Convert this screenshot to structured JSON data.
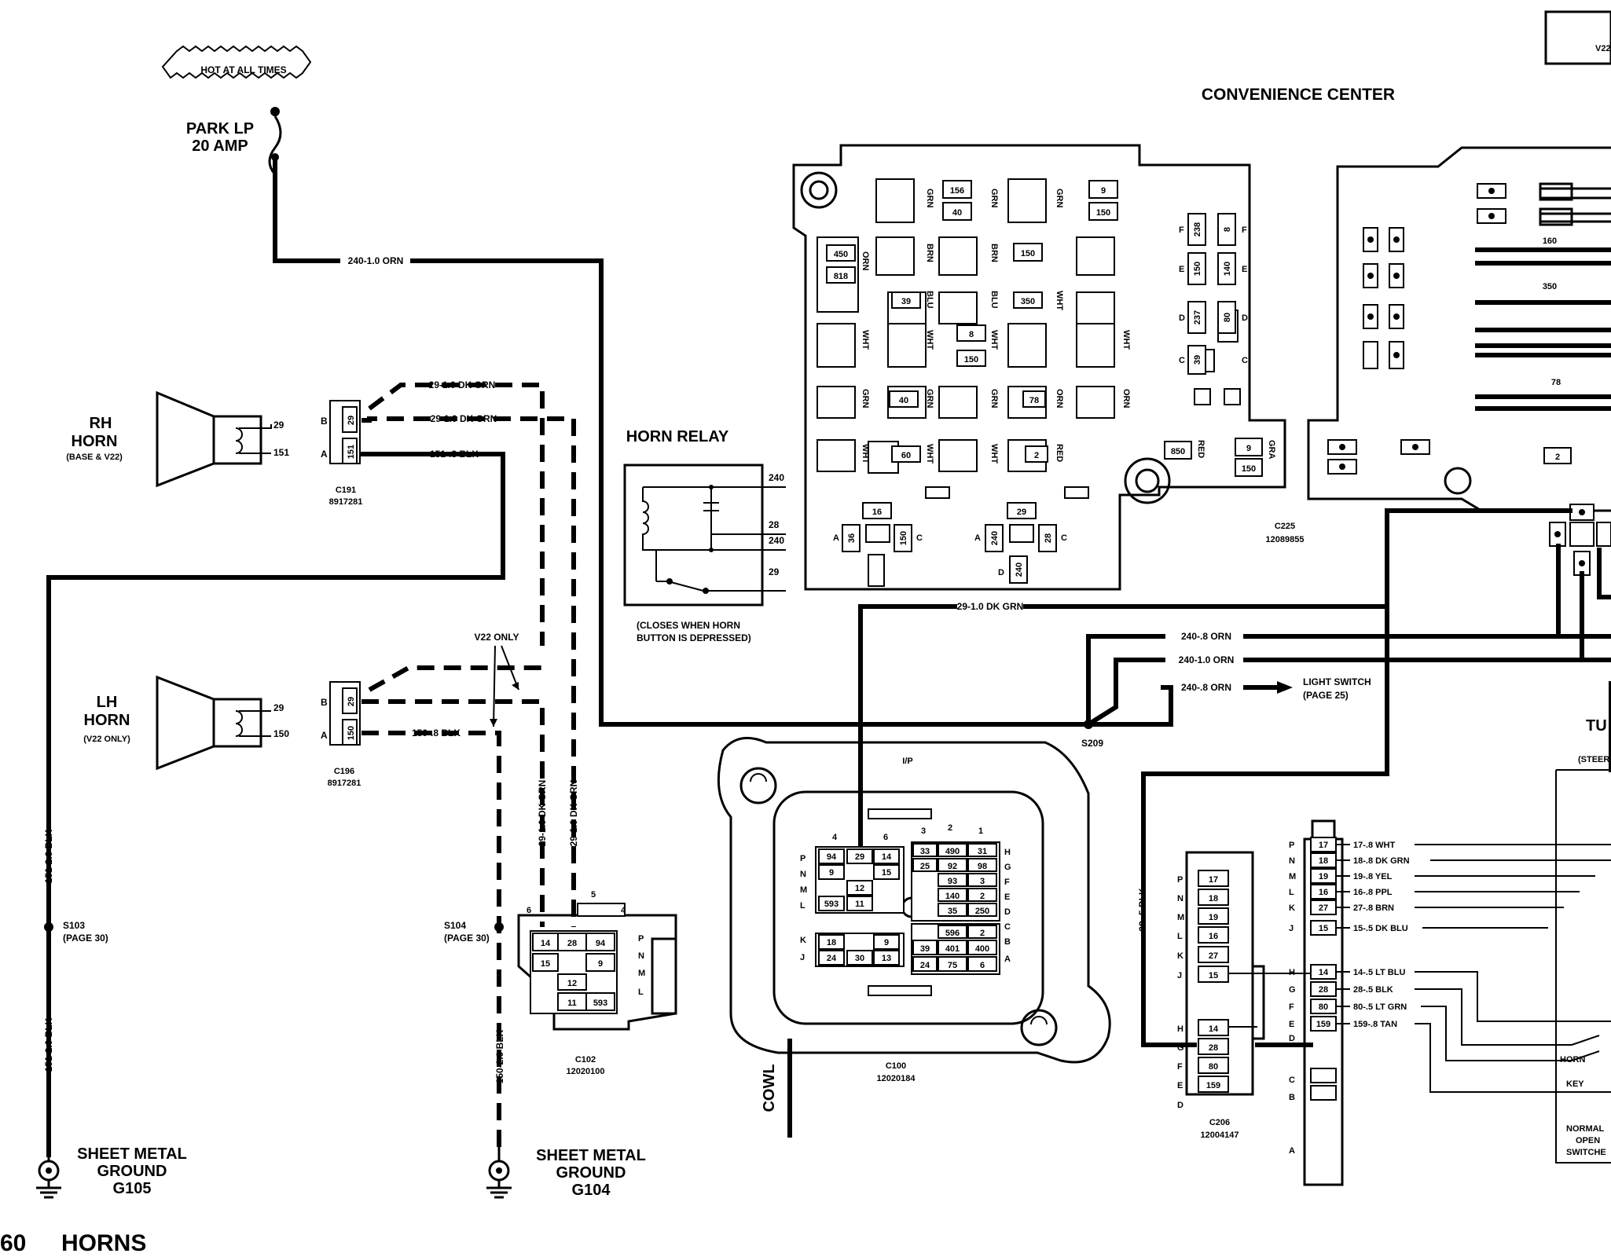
{
  "page": {
    "number": "60",
    "title": "HORNS"
  },
  "power": {
    "hot_label": "HOT AT ALL TIMES",
    "fuse_label": "PARK LP",
    "fuse_rating": "20 AMP"
  },
  "wires": {
    "main_feed": "240-1.0 ORN",
    "rh_dk_grn_1": "29-1.0 DK GRN",
    "rh_dk_grn_2": "29-1.0 DK GRN",
    "rh_blk": "151-.8 BLK",
    "lh_blk": "150-.8 BLK",
    "g105_blk_1": "151-2.0 BLK",
    "g105_blk_2": "151-2.0 BLK",
    "g104_blk": "150-2.0 BLK",
    "c102_dk_grn_1": "29-1.0 DK GRN",
    "c102_dk_grn_2": "29-1.0 DK GRN",
    "relay_out": "29-1.0 DK GRN",
    "orn_1": "240-.8 ORN",
    "orn_2": "240-1.0 ORN",
    "orn_3": "240-.8 ORN",
    "blk_28": "28-.5 BLK"
  },
  "rh_horn": {
    "title_1": "RH",
    "title_2": "HORN",
    "note": "(BASE & V22)",
    "pin_top": "29",
    "pin_bot": "151"
  },
  "lh_horn": {
    "title_1": "LH",
    "title_2": "HORN",
    "note": "(V22 ONLY)",
    "pin_top": "29",
    "pin_bot": "150"
  },
  "c191": {
    "name": "C191",
    "part": "8917281",
    "pin_b": "B",
    "pin_a": "A",
    "cav_b": "29",
    "cav_a": "151"
  },
  "c196": {
    "name": "C196",
    "part": "8917281",
    "pin_b": "B",
    "pin_a": "A",
    "cav_b": "29",
    "cav_a": "150"
  },
  "v22_only": "V22 ONLY",
  "splices": {
    "s103": "S103",
    "s103_page": "(PAGE 30)",
    "s104": "S104",
    "s104_page": "(PAGE 30)",
    "s209": "S209"
  },
  "grounds": {
    "g105": {
      "l1": "SHEET METAL",
      "l2": "GROUND",
      "l3": "G105"
    },
    "g104": {
      "l1": "SHEET METAL",
      "l2": "GROUND",
      "l3": "G104"
    }
  },
  "horn_relay": {
    "title": "HORN RELAY",
    "pins": [
      "240",
      "28",
      "240",
      "29"
    ],
    "note_1": "(CLOSES WHEN HORN",
    "note_2": "BUTTON IS DEPRESSED)"
  },
  "convenience_center": {
    "title": "CONVENIENCE CENTER",
    "connector": "C225",
    "part": "12089855",
    "cavities": [
      "156",
      "40",
      "9",
      "150",
      "450",
      "818",
      "150",
      "39",
      "350",
      "8",
      "150",
      "40",
      "78",
      "60",
      "2",
      "850",
      "9",
      "150",
      "16",
      "29",
      "238",
      "8",
      "150",
      "140",
      "237",
      "80",
      "39"
    ],
    "wire_colors": [
      "GRN",
      "GRN",
      "GRN",
      "BRN",
      "ORN",
      "BRN",
      "BLU",
      "BLU",
      "WHT",
      "WHT",
      "WHT",
      "WHT",
      "WHT",
      "GRN",
      "GRN",
      "GRN",
      "ORN",
      "ORN",
      "WHT",
      "WHT",
      "WHT",
      "RED",
      "RED",
      "GRA"
    ],
    "letters": [
      "F",
      "F",
      "E",
      "E",
      "D",
      "D",
      "C",
      "C",
      "A",
      "C",
      "A",
      "C",
      "D"
    ],
    "relay_16": {
      "a": "A",
      "c": "C",
      "left": "36",
      "right": "150"
    },
    "relay_29": {
      "a": "A",
      "c": "C",
      "left": "240",
      "right": "28",
      "d": "D",
      "bottom": "240"
    }
  },
  "right_panel": {
    "labels": [
      "160",
      "350",
      "78",
      "2"
    ],
    "corner": "V22"
  },
  "c100": {
    "name": "C100",
    "part": "12020184",
    "label_ip": "I/P",
    "cowl": "COWL",
    "top_numbers": [
      "4",
      "6",
      "3",
      "2",
      "1"
    ],
    "left_letters": [
      "P",
      "N",
      "M",
      "L",
      "K",
      "J"
    ],
    "right_letters": [
      "H",
      "G",
      "F",
      "E",
      "D",
      "C",
      "B",
      "A"
    ],
    "left_block": [
      "94",
      "29",
      "14",
      "9",
      "15",
      "12",
      "593",
      "11"
    ],
    "right_block": [
      "33",
      "490",
      "31",
      "25",
      "92",
      "98",
      "93",
      "3",
      "140",
      "2",
      "35",
      "250",
      "596",
      "2",
      "39",
      "401",
      "400",
      "24",
      "75",
      "6"
    ],
    "bottom_block": [
      "18",
      "9",
      "24",
      "30",
      "13"
    ]
  },
  "c102": {
    "name": "C102",
    "part": "12020100",
    "pins": [
      "5",
      "6",
      "4"
    ],
    "letters": [
      "P",
      "N",
      "M",
      "L"
    ],
    "cells": [
      "14",
      "28",
      "94",
      "15",
      "9",
      "12",
      "11",
      "593"
    ]
  },
  "c206": {
    "name": "C206",
    "part": "12004147",
    "letters_left": [
      "P",
      "N",
      "M",
      "L",
      "K",
      "J",
      "H",
      "G",
      "F",
      "E",
      "D"
    ],
    "cells": [
      "17",
      "18",
      "19",
      "16",
      "27",
      "15",
      "14",
      "28",
      "80",
      "159"
    ]
  },
  "column_connector": {
    "letters": [
      "P",
      "N",
      "M",
      "L",
      "K",
      "J",
      "H",
      "G",
      "F",
      "E",
      "D",
      "C",
      "B",
      "A"
    ],
    "cells": [
      "17",
      "18",
      "19",
      "16",
      "27",
      "15",
      "14",
      "28",
      "80",
      "159"
    ],
    "wires": [
      "17-.8 WHT",
      "18-.8 DK GRN",
      "19-.8 YEL",
      "16-.8 PPL",
      "27-.8 BRN",
      "15-.5 DK BLU",
      "14-.5 LT BLU",
      "28-.5 BLK",
      "80-.5 LT GRN",
      "159-.8 TAN"
    ]
  },
  "light_switch": {
    "l1": "LIGHT SWITCH",
    "l2": "(PAGE 25)"
  },
  "tilt_column": {
    "title": "TU",
    "note": "(STEER",
    "horn": "HORN",
    "key": "KEY",
    "n1": "NORMAL",
    "n2": "OPEN",
    "n3": "SWITCHE"
  }
}
